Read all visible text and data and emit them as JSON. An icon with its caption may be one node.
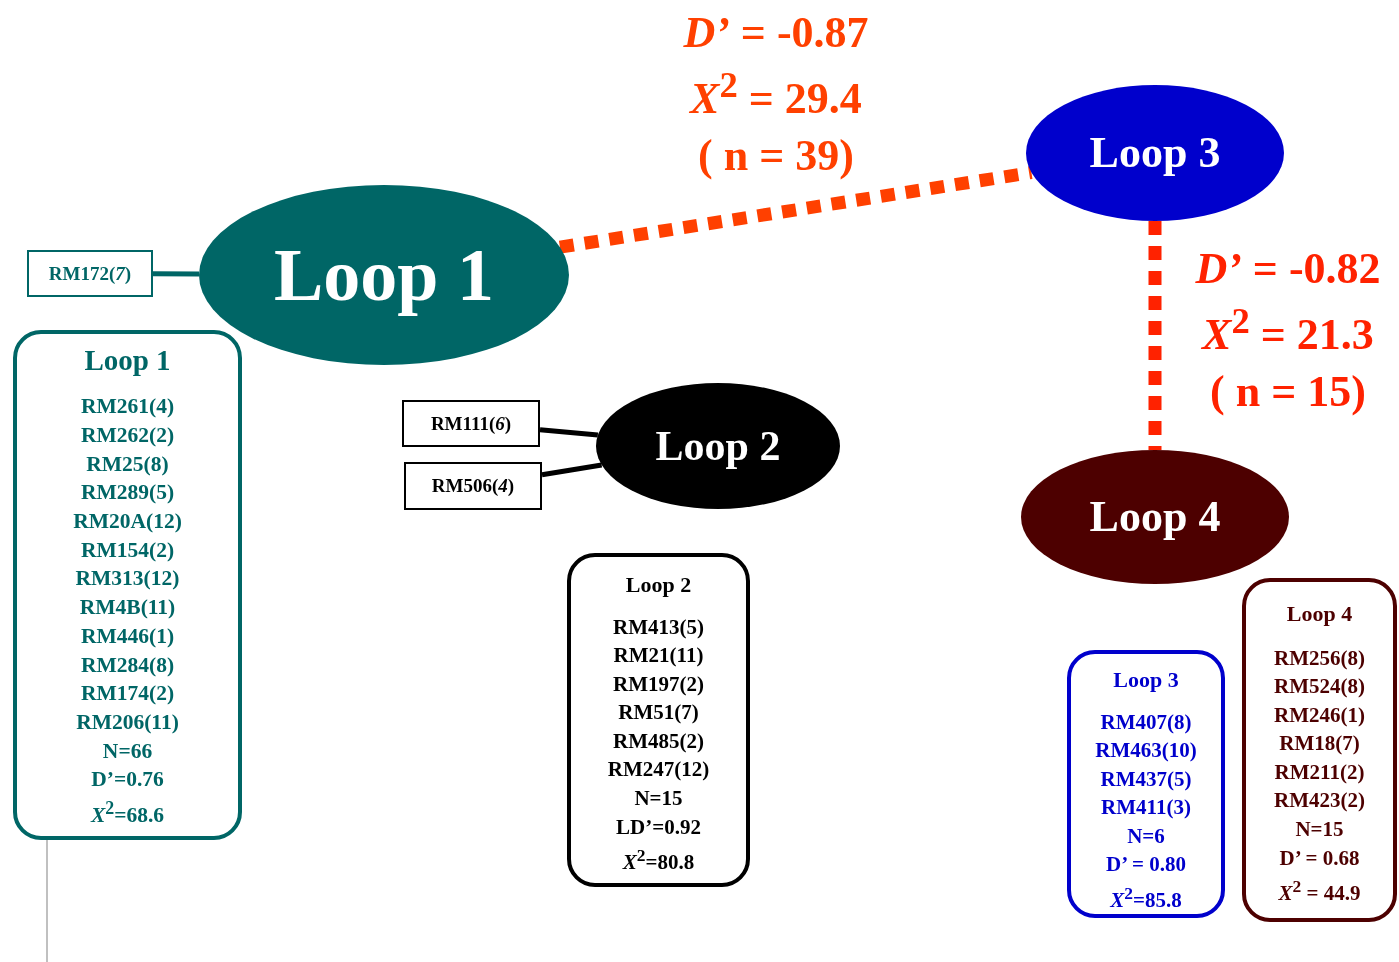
{
  "diagram": {
    "nodes": [
      {
        "text": [
          "Loop 1"
        ]
      },
      {
        "text": [
          "RM172(*7*)"
        ]
      },
      {
        "text": [
          "Loop 1",
          "RM261(4)",
          "RM262(2)",
          "RM25(8)",
          "RM289(5)",
          "RM20A(12)",
          "RM154(2)",
          "RM313(12)",
          "RM4B(11)",
          "RM446(1)",
          "RM284(8)",
          "RM174(2)",
          "RM206(11)",
          "N=66",
          "D’=0.76",
          "*X*$^{2}$=68.6"
        ]
      },
      {
        "text": [
          "Loop 2"
        ]
      },
      {
        "text": [
          "RM111(*6*)"
        ]
      },
      {
        "text": [
          "RM506(*4*)"
        ]
      },
      {
        "text": [
          "Loop 2",
          "RM413(5)",
          "RM21(11)",
          "RM197(2)",
          "RM51(7)",
          "RM485(2)",
          "RM247(12)",
          "N=15",
          "LD’=0.92",
          "*X*$^{2}$=80.8"
        ]
      },
      {
        "text": [
          "Loop 3"
        ]
      },
      {
        "text": [
          "Loop 4"
        ]
      },
      {
        "text": [
          "Loop 3",
          "RM407(8)",
          "RM463(10)",
          "RM437(5)",
          "RM411(3)",
          "N=6",
          "D’ = 0.80",
          "*X*$^{2}$=85.8"
        ]
      },
      {
        "text": [
          "Loop 4",
          "RM256(8)",
          "RM524(8)",
          "RM246(1)",
          "RM18(7)",
          "RM211(2)",
          "RM423(2)",
          "N=15",
          "D’ = 0.68",
          "*X*$^{2}$ = 44.9"
        ]
      }
    ],
    "edges": [
      {
        "from": 1,
        "to": 0,
        "arrow": "none",
        "color": "#006666"
      },
      {
        "from": 4,
        "to": 3,
        "arrow": "none",
        "color": "#000000"
      },
      {
        "from": 5,
        "to": 3,
        "arrow": "none",
        "color": "#000000"
      },
      {
        "from": 0,
        "to": 7,
        "arrow": "none",
        "label": "*D’* = -0.87 *X*$^{2}$ = 29.4 ( n = 39)",
        "style": "dashed",
        "color": "#ff4000"
      },
      {
        "from": 7,
        "to": 8,
        "arrow": "none",
        "label": "*D’* = -0.82 *X*$^{2}$ = 21.3 ( n = 15)",
        "style": "dashed",
        "color": "#ff2200"
      }
    ]
  }
}
